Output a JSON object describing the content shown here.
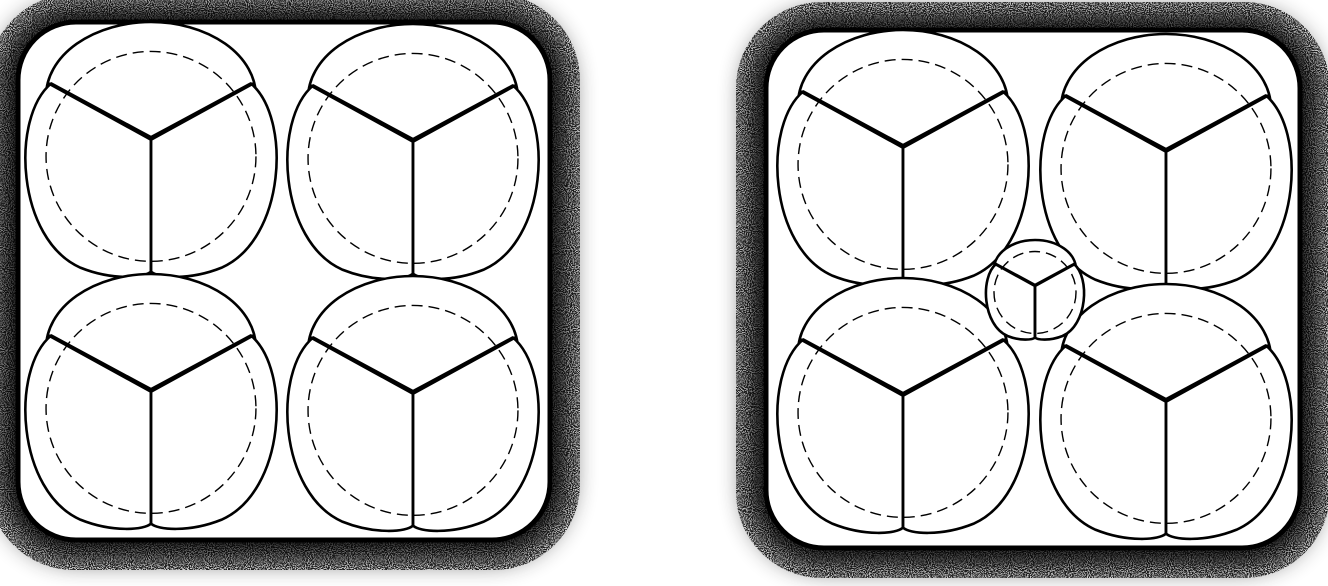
{
  "colors": {
    "background": "#ffffff",
    "ink": "#000000",
    "stipple": "#000000"
  },
  "panels": [
    {
      "name": "left",
      "clusters": 4,
      "has_center_cluster": false,
      "line_style": "hand-drawn ink with dashed inner rings and stippled shadow"
    },
    {
      "name": "right",
      "clusters": 4,
      "has_center_cluster": true,
      "line_style": "hand-drawn ink with dashed inner rings and stippled shadow"
    }
  ]
}
